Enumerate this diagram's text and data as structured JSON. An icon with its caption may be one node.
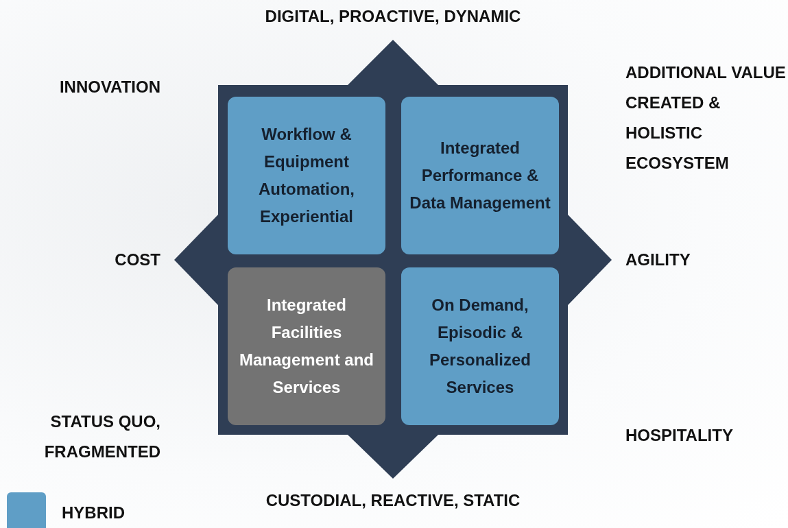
{
  "diagram": {
    "nodes": [
      {
        "text": [
          "Workflow & Equipment Automation, Experiential"
        ]
      },
      {
        "text": [
          "Integrated Performance & Data Management"
        ]
      },
      {
        "text": [
          "Integrated Facilities Management and Services"
        ]
      },
      {
        "text": [
          "On Demand, Episodic & Personalized Services"
        ]
      }
    ],
    "labels": [
      "DIGITAL, PROACTIVE, DYNAMIC",
      "INNOVATION",
      "ADDITIONAL VALUE CREATED & HOLISTIC ECOSYSTEM",
      "COST",
      "AGILITY",
      "STATUS QUO, FRAGMENTED",
      "HOSPITALITY",
      "CUSTODIAL, REACTIVE, STATIC"
    ],
    "legend": [
      {
        "text": "HYBRID",
        "color": "#5f9ec6"
      }
    ]
  }
}
